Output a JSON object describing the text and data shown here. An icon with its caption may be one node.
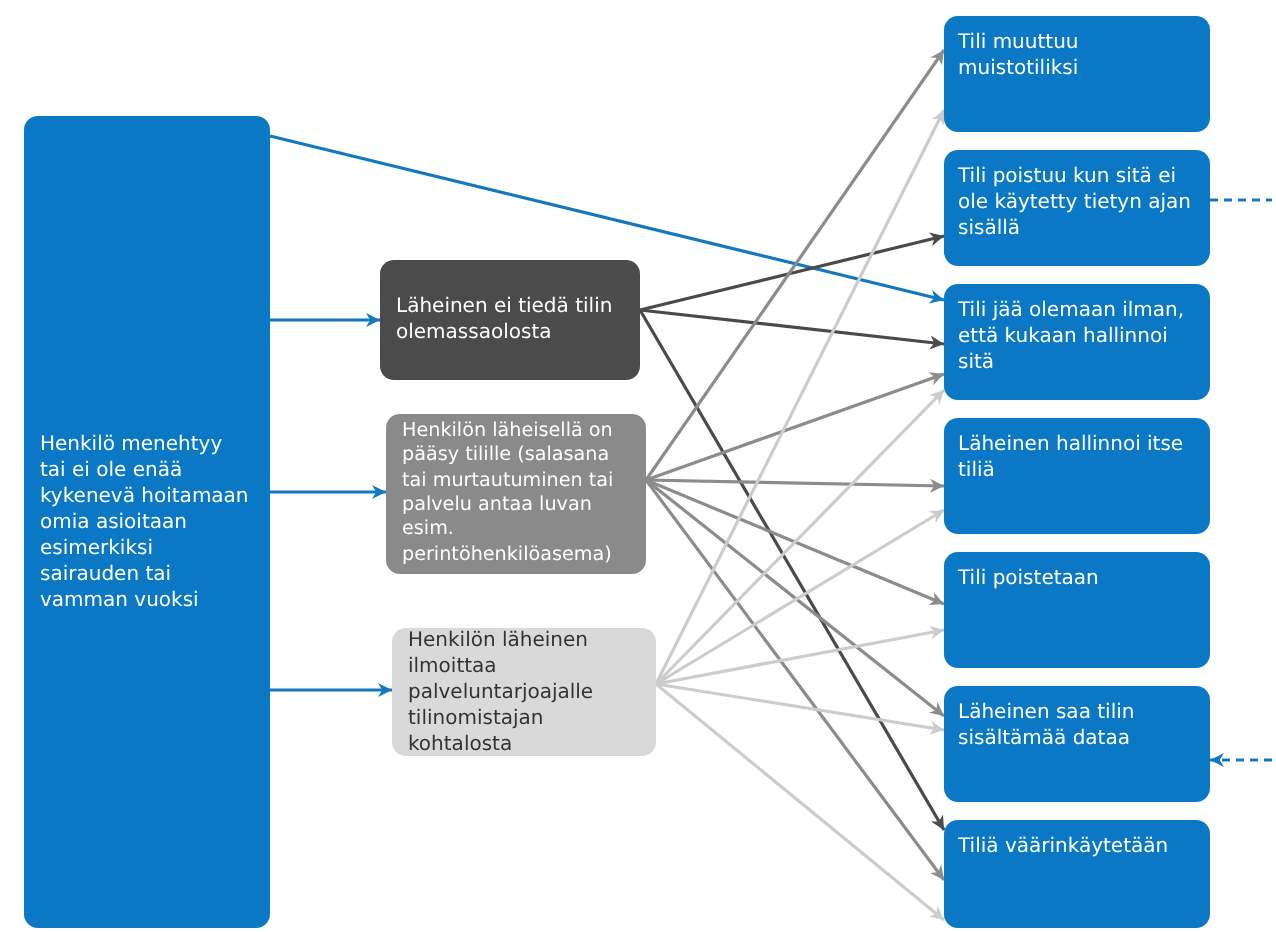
{
  "diagram": {
    "nodes": [
      {
        "text": [
          "Henkilö menehtyy tai ei ole enää kykenevä hoitamaan omia asioitaan esimerkiksi sairauden tai vamman vuoksi"
        ]
      },
      {
        "text": [
          "Läheinen ei tiedä tilin olemassaolosta"
        ]
      },
      {
        "text": [
          "Henkilön läheisellä on pääsy tilille (salasana tai murtautuminen tai palvelu antaa luvan esim. perintöhenkilöasema)"
        ]
      },
      {
        "text": [
          "Henkilön läheinen ilmoittaa palveluntarjoajalle tilinomistajan kohtalosta"
        ]
      },
      {
        "text": [
          "Tili muuttuu muistotiliksi"
        ]
      },
      {
        "text": [
          "Tili poistuu kun sitä ei ole käytetty tietyn ajan sisällä"
        ]
      },
      {
        "text": [
          "Tili jää olemaan ilman, että kukaan hallinnoi sitä"
        ]
      },
      {
        "text": [
          "Läheinen hallinnoi itse tiliä"
        ]
      },
      {
        "text": [
          "Tili poistetaan"
        ]
      },
      {
        "text": [
          "Läheinen saa tilin sisältämää dataa"
        ]
      },
      {
        "text": [
          "Tiliä väärinkäytetään"
        ]
      }
    ],
    "edges": [
      {
        "from": 0,
        "to": 1,
        "arrow": "to",
        "color": "#1478c0"
      },
      {
        "from": 0,
        "to": 2,
        "arrow": "to",
        "color": "#1478c0"
      },
      {
        "from": 0,
        "to": 3,
        "arrow": "to",
        "color": "#1478c0"
      },
      {
        "from": 0,
        "to": 6,
        "arrow": "to",
        "color": "#1478c0"
      },
      {
        "from": 1,
        "to": 5,
        "arrow": "to",
        "color": "#4a4a4a"
      },
      {
        "from": 1,
        "to": 6,
        "arrow": "to",
        "color": "#4a4a4a"
      },
      {
        "from": 1,
        "to": 10,
        "arrow": "to",
        "color": "#4a4a4a"
      },
      {
        "from": 2,
        "to": 4,
        "arrow": "to",
        "color": "#8c8c8c"
      },
      {
        "from": 2,
        "to": 6,
        "arrow": "to",
        "color": "#8c8c8c"
      },
      {
        "from": 2,
        "to": 7,
        "arrow": "to",
        "color": "#8c8c8c"
      },
      {
        "from": 2,
        "to": 8,
        "arrow": "to",
        "color": "#8c8c8c"
      },
      {
        "from": 2,
        "to": 9,
        "arrow": "to",
        "color": "#8c8c8c"
      },
      {
        "from": 2,
        "to": 10,
        "arrow": "to",
        "color": "#8c8c8c"
      },
      {
        "from": 3,
        "to": 4,
        "arrow": "to",
        "color": "#cccccc"
      },
      {
        "from": 3,
        "to": 6,
        "arrow": "to",
        "color": "#cccccc"
      },
      {
        "from": 3,
        "to": 7,
        "arrow": "to",
        "color": "#cccccc"
      },
      {
        "from": 3,
        "to": 8,
        "arrow": "to",
        "color": "#cccccc"
      },
      {
        "from": 3,
        "to": 9,
        "arrow": "to",
        "color": "#cccccc"
      },
      {
        "from": 3,
        "to": 10,
        "arrow": "to",
        "color": "#cccccc"
      },
      {
        "from": 5,
        "to": null,
        "arrow": "none",
        "style": "dashed",
        "color": "#1478c0"
      },
      {
        "from": null,
        "to": 9,
        "arrow": "to",
        "style": "dashed",
        "color": "#1478c0"
      }
    ]
  }
}
